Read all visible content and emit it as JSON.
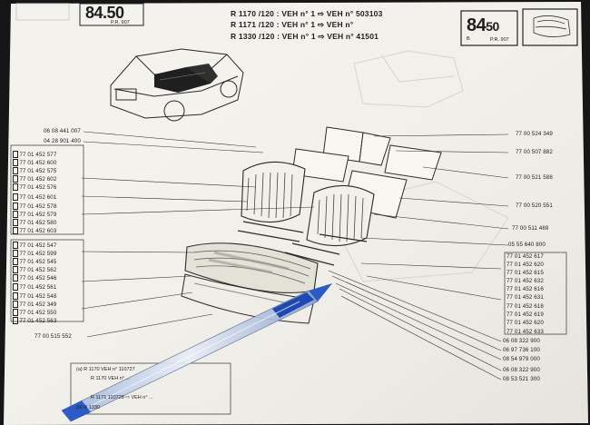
{
  "header": {
    "page_code_left": "84.50",
    "page_ref_left": "P.R. 907",
    "page_code_right": "84",
    "page_code_right_sup": "50",
    "page_ref_right_b": "B",
    "page_ref_right": "P.R. 907",
    "vehicle_lines": [
      "R 1170 /120 : VEH n° 1 ⇨ VEH n° 503103",
      "R 1171 /120 : VEH n° 1 ⇨ VEH n°",
      "R 1330 /120 : VEH n° 1 ⇨ VEH n°   41501"
    ]
  },
  "top_part_numbers": [
    "06 08 441 007",
    "04 28 901 400"
  ],
  "left_column_a": [
    "77 01 452 577",
    "77 01 452 600",
    "77 01 452 575",
    "77 01 452 602",
    "77 01 452 576",
    "77 01 452 601",
    "77 01 452 578",
    "77 01 452 579",
    "77 01 452 580",
    "77 01 452 603"
  ],
  "left_column_b": [
    "77 01 452 547",
    "77 01 452 599",
    "77 01 452 545",
    "77 01 452 562",
    "77 01 452 546",
    "77 01 452 561",
    "77 01 452 548",
    "77 01 452 349",
    "77 01 452 550",
    "77 01 452 563"
  ],
  "left_bottom_part": "77 00 515 552",
  "right_column_a": [
    "77 00 524 349",
    "77 00 507 882",
    "77 00 521 588",
    "77 00 520 551",
    "77 00 511 469",
    "05 55 640 800"
  ],
  "right_column_b": [
    "77 01 452 617",
    "77 01 452 620",
    "77 01 452 615",
    "77 01 452 632",
    "77 01 452 616",
    "77 01 452 631",
    "77 01 452 618",
    "77 01 452 619",
    "77 01 452 620",
    "77 01 452 633"
  ],
  "right_bottom_parts": [
    "06 08 322 900",
    "06 97 736 100",
    "08 54 979 000",
    "06 08 322 900",
    "08 53 521 300"
  ],
  "footer_notes": [
    "(a) R 1170  VEH n°  110727",
    "R 1170  VEH n° ...",
    "R 1171  110728 ⇨ VEH n° ...",
    "(b) R 1330"
  ]
}
